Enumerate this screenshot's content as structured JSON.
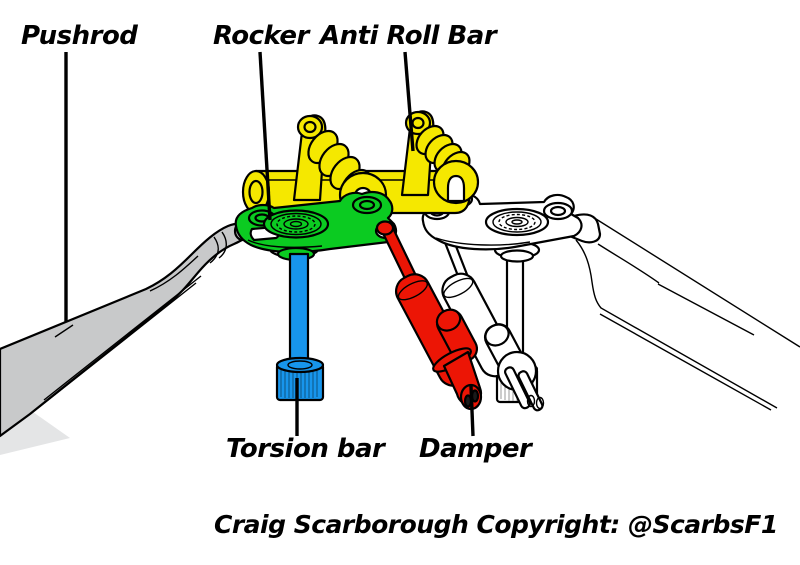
{
  "labels": {
    "pushrod": "Pushrod",
    "rocker": "Rocker",
    "anti_roll_bar": "Anti Roll Bar",
    "torsion_bar": "Torsion bar",
    "damper": "Damper"
  },
  "credit": "Craig Scarborough Copyright: @ScarbsF1",
  "colors": {
    "pushrod_gray": "#C8C9CA",
    "pushrod_gray_light": "#E4E5E6",
    "rocker_green": "#0BCB21",
    "arb_yellow": "#F5E800",
    "torsion_blue": "#1795EC",
    "damper_red": "#EC1505",
    "uncolored_white": "#FFFFFF",
    "outline_black": "#000000",
    "background": "#FFFFFF"
  }
}
